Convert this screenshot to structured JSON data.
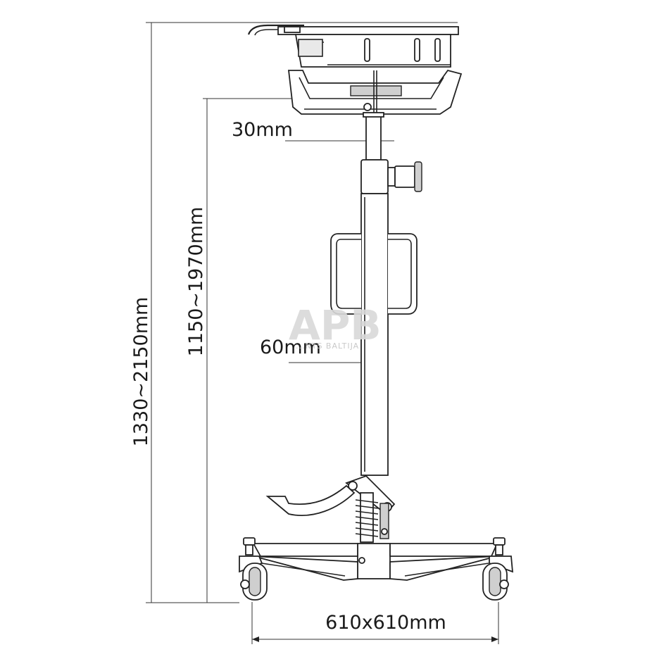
{
  "dimensions": {
    "overall_height": "1330~2150mm",
    "saddle_height": "1150~1970mm",
    "inner_tube": "30mm",
    "outer_tube": "60mm",
    "base": "610x610mm"
  },
  "watermark": {
    "logo": "APB",
    "subtitle": "...NTS BALTIJA"
  }
}
